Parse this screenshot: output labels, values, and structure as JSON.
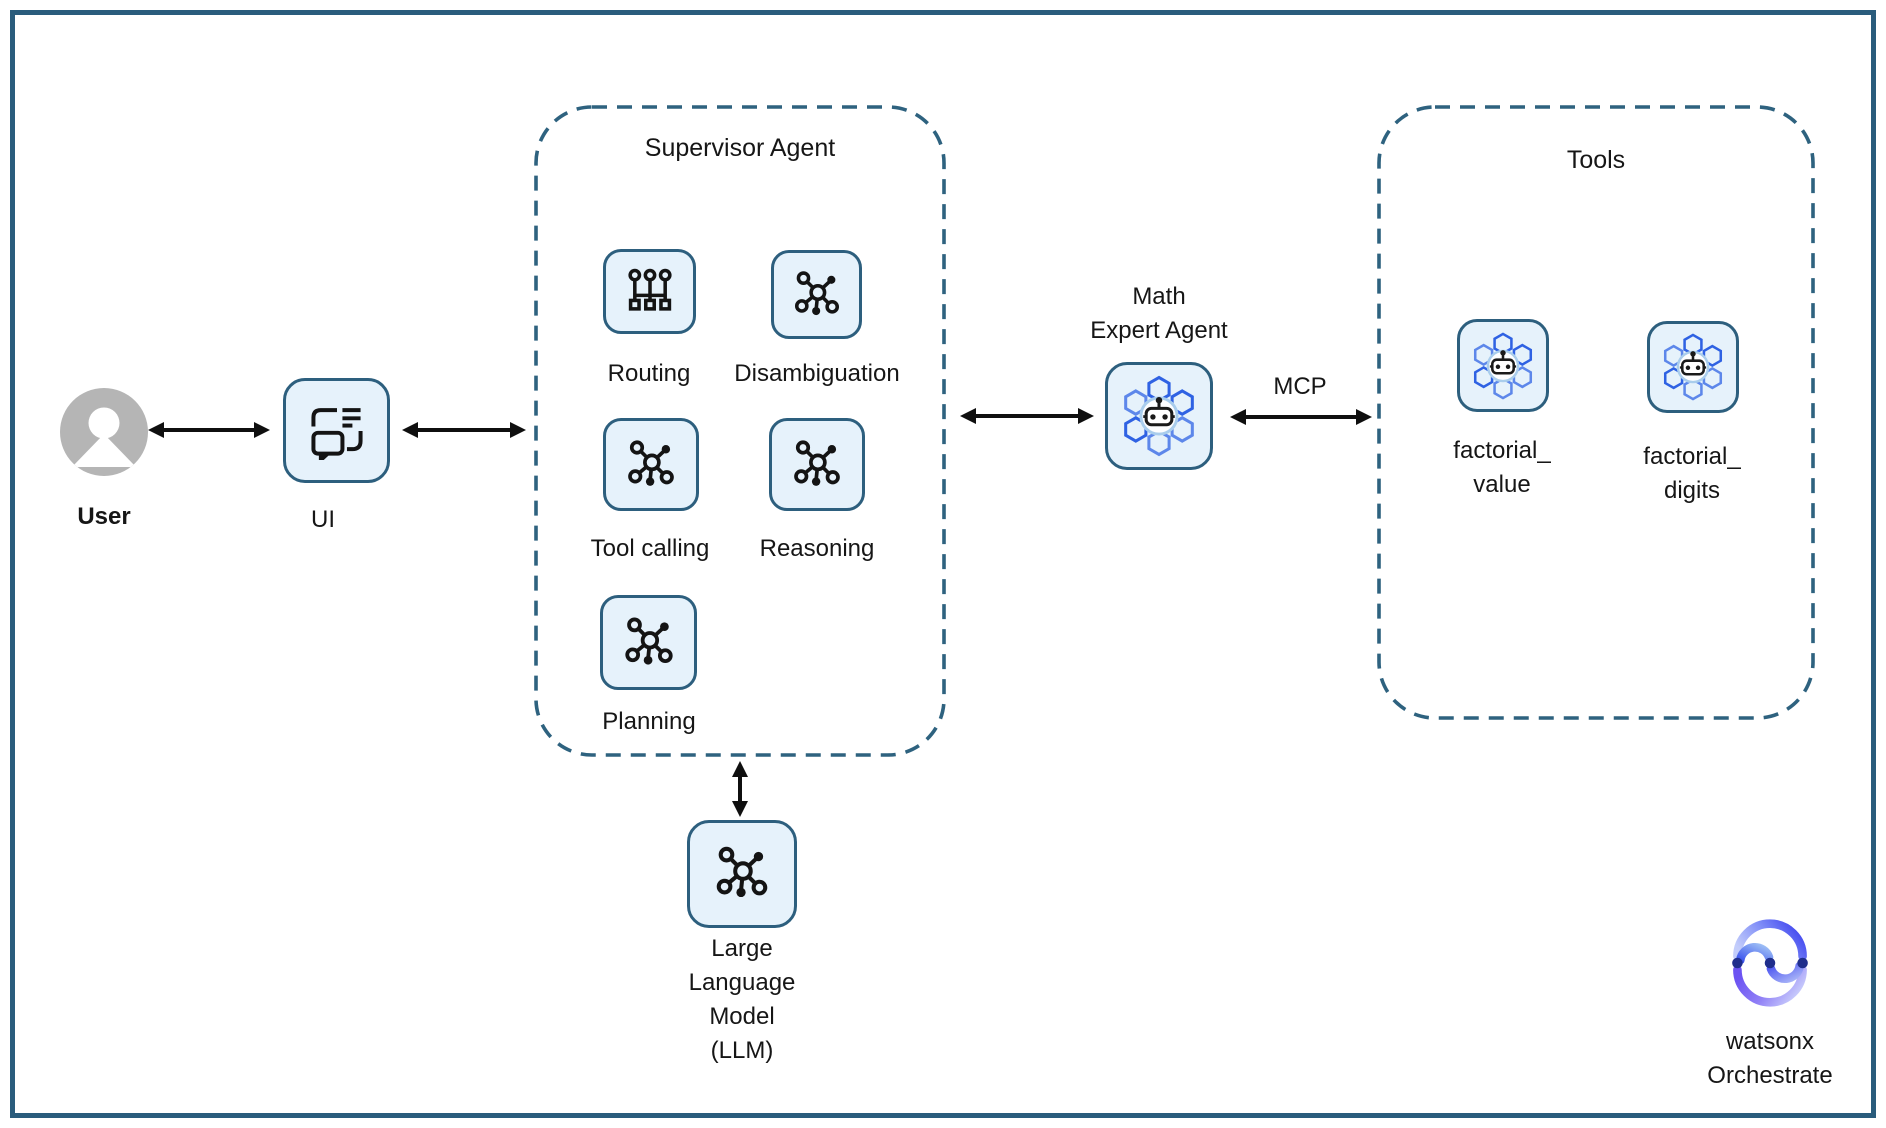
{
  "palette": {
    "frame_blue": "#2a5c7c",
    "box_fill": "#e6f2fb",
    "box_border": "#2d5f7e",
    "dashed_border": "#2e627f",
    "text": "#161616",
    "arrow": "#0f0f0f",
    "hex_blue": "#2f62e3",
    "hex_blue_light": "#5d87ea",
    "agent_ring": "#a9cdec",
    "avatar_gray": "#b5b5b5",
    "logo_dot_navy": "#1f2e8c",
    "logo_indigo": "#4348ef",
    "logo_purple": "#6c53f2"
  },
  "nodes": {
    "user": {
      "label": "User"
    },
    "ui": {
      "label": "UI"
    },
    "supervisor": {
      "title": "Supervisor Agent",
      "capabilities": [
        {
          "label": "Routing"
        },
        {
          "label": "Disambiguation"
        },
        {
          "label": "Tool calling"
        },
        {
          "label": "Reasoning"
        },
        {
          "label": "Planning"
        }
      ]
    },
    "llm": {
      "lines": [
        "Large",
        "Language",
        "Model",
        "(LLM)"
      ]
    },
    "math_agent": {
      "lines": [
        "Math",
        "Expert Agent"
      ]
    },
    "tools": {
      "title": "Tools",
      "items": [
        {
          "lines": [
            "factorial_",
            "value"
          ]
        },
        {
          "lines": [
            "factorial_",
            "digits"
          ]
        }
      ]
    }
  },
  "connections": {
    "mcp_label": "MCP"
  },
  "brand": {
    "lines": [
      "watsonx",
      "Orchestrate"
    ]
  }
}
